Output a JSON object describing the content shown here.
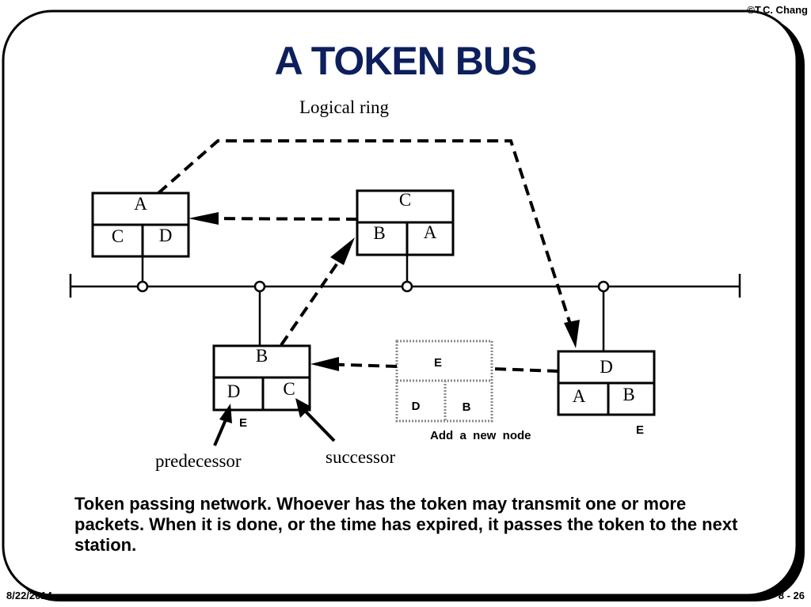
{
  "copyright": "©T.C. Chang",
  "title": "A TOKEN BUS",
  "logical_ring_label": "Logical ring",
  "nodes": {
    "A": {
      "name": "A",
      "pred": "C",
      "succ": "D"
    },
    "C": {
      "name": "C",
      "pred": "B",
      "succ": "A"
    },
    "B": {
      "name": "B",
      "pred": "D",
      "succ": "C",
      "extra": "E"
    },
    "D": {
      "name": "D",
      "pred": "A",
      "succ": "B",
      "extra": "E"
    },
    "E": {
      "name": "E",
      "pred": "D",
      "succ": "B"
    }
  },
  "add_node_label": "Add  a  new  node",
  "predecessor_label": "predecessor",
  "successor_label": "successor",
  "description": "Token passing network.  Whoever has the token may transmit one or more packets.  When it is done, or the time has expired, it passes the token to the next station.",
  "date": "8/22/2014",
  "page": "8 - 26"
}
